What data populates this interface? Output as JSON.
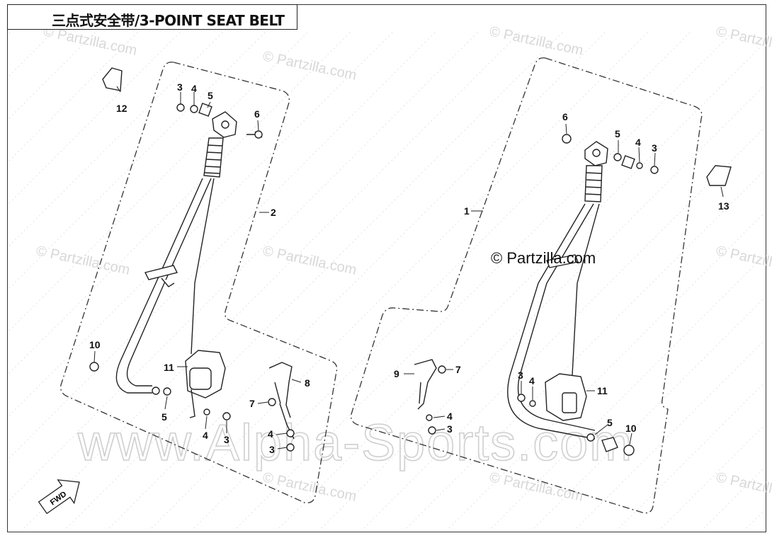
{
  "title": "三点式安全带/3-POINT SEAT BELT",
  "copyright_mark": "© Partzilla.com",
  "watermark_small": "© Partzilla.com",
  "watermark_big": "www.Alpha-Sports.com",
  "fwd_label": "FWD",
  "callouts": [
    "1",
    "2",
    "3",
    "4",
    "5",
    "6",
    "7",
    "8",
    "9",
    "10",
    "11",
    "12",
    "13"
  ],
  "colors": {
    "line": "#222222",
    "frame": "#333333",
    "watermark": "#d0d0d0"
  }
}
